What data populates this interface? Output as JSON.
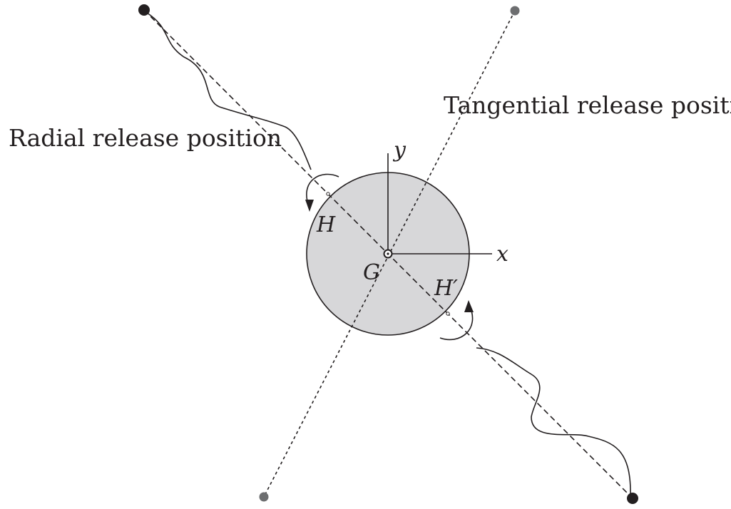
{
  "labels": {
    "tangential": "Tangential release position",
    "radial": "Radial release position",
    "axis_x": "x",
    "axis_y": "y",
    "center": "G",
    "point_h": "H",
    "point_h_prime": "H′"
  },
  "colors": {
    "disk_fill": "#d7d7d9",
    "stroke": "#231f20",
    "tangential_end": "#6d6e70",
    "radial_end": "#231f20"
  }
}
